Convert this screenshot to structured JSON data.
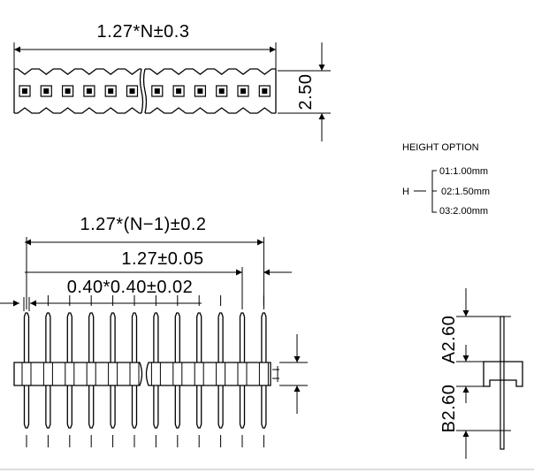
{
  "dimensions": {
    "top_width": "1.27*N±0.3",
    "top_height": "2.50",
    "overall": "1.27*(N−1)±0.2",
    "pitch": "1.27±0.05",
    "pin_size": "0.40*0.40±0.02",
    "a_length": "A2.60",
    "b_length": "B2.60"
  },
  "height_option": {
    "title": "HEIGHT  OPTION",
    "symbol": "H",
    "options": [
      "01:1.00mm",
      "02:1.50mm",
      "03:2.00mm"
    ]
  },
  "header": {
    "pin_count_drawn": 12,
    "break_after_index": 5
  }
}
